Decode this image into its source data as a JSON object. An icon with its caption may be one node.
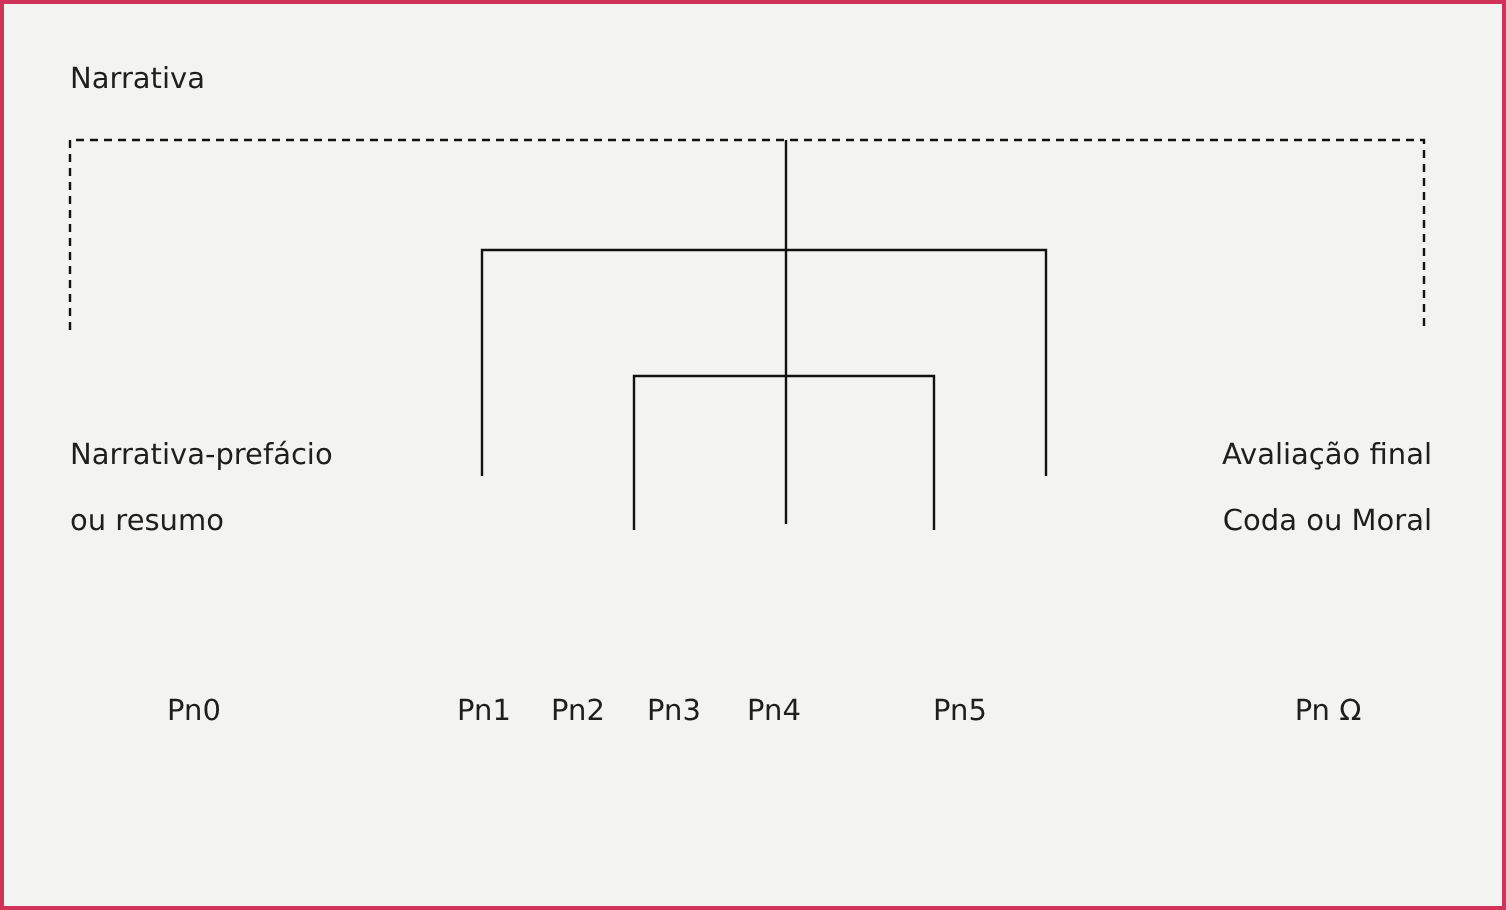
{
  "diagram": {
    "labels": [
      "Narrativa",
      "Narrativa-prefácio ou resumo",
      "Avaliação final Coda ou Moral",
      "Pn0",
      "Pn1",
      "Pn2",
      "Pn3",
      "Pn4",
      "Pn5",
      "Pn Ω"
    ]
  }
}
